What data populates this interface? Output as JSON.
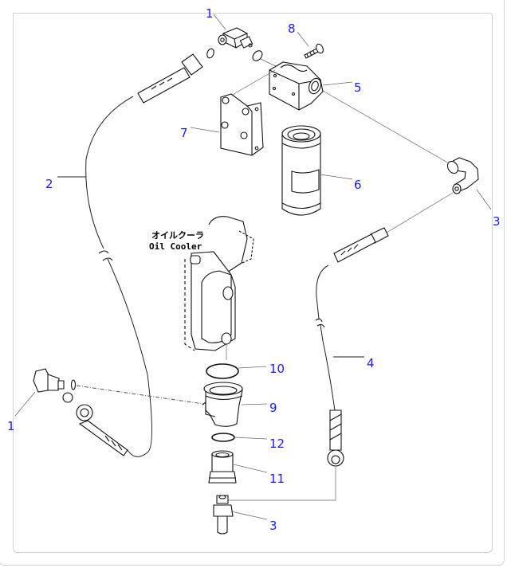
{
  "diagram": {
    "title_jp": "オイルクーラ",
    "title_en": "Oil Cooler",
    "label_color": "#1a1aff",
    "callouts": [
      {
        "id": "1",
        "part": "elbow-fitting-top"
      },
      {
        "id": "8",
        "part": "bolt"
      },
      {
        "id": "5",
        "part": "filter-head"
      },
      {
        "id": "7",
        "part": "bracket"
      },
      {
        "id": "6",
        "part": "oil-filter-cartridge"
      },
      {
        "id": "2",
        "part": "hose-left"
      },
      {
        "id": "3",
        "part": "elbow-right"
      },
      {
        "id": "4",
        "part": "hose-right"
      },
      {
        "id": "10",
        "part": "o-ring-large"
      },
      {
        "id": "9",
        "part": "adapter"
      },
      {
        "id": "12",
        "part": "o-ring-small"
      },
      {
        "id": "11",
        "part": "connector"
      },
      {
        "id": "3",
        "part": "fitting-bottom"
      },
      {
        "id": "1",
        "part": "elbow-fitting-left"
      }
    ]
  }
}
